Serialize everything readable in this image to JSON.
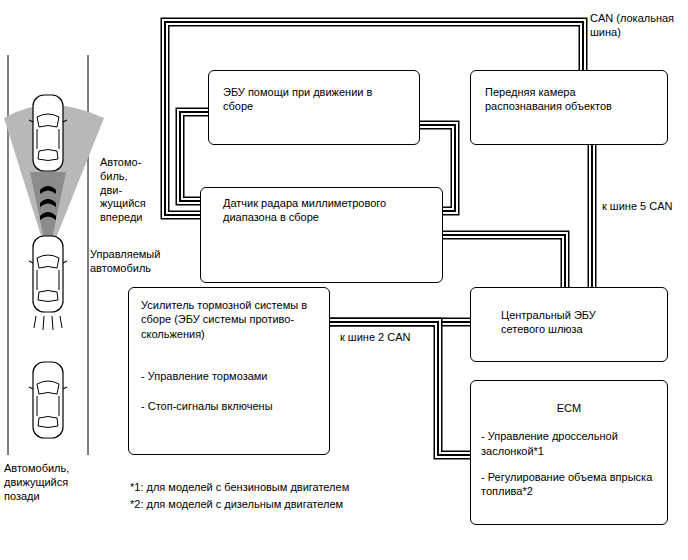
{
  "diagram": {
    "nodes": [
      {
        "text": [
          "ЭБУ помощи при движении в сборе"
        ]
      },
      {
        "text": [
          "Передняя камера распознавания объектов"
        ]
      },
      {
        "text": [
          "Датчик радара миллиметрового диапазона в сборе"
        ]
      },
      {
        "text": [
          "Усилитель тормозной системы в сборе (ЭБУ системы противо- скольжения)",
          "- Управление тормозами",
          "- Стоп-сигналы включены"
        ]
      },
      {
        "text": [
          "Центральный ЭБУ сетевого шлюза"
        ]
      },
      {
        "text": [
          "ECM",
          "- Управление дроссельной заслонкой*1",
          "- Регулирование объема впрыска топлива*2"
        ]
      }
    ],
    "edges": [
      {
        "from": 2,
        "to": 1,
        "arrow": "none"
      },
      {
        "from": 0,
        "to": 2,
        "arrow": "none"
      },
      {
        "from": 0,
        "to": 2,
        "arrow": "none"
      },
      {
        "from": 2,
        "to": 4,
        "arrow": "none"
      },
      {
        "from": 1,
        "to": 4,
        "label": "к шине 5 CAN",
        "arrow": "none"
      },
      {
        "from": 3,
        "to": 4,
        "label": "к шине 2 CAN",
        "arrow": "none"
      },
      {
        "from": 3,
        "to": 5,
        "arrow": "none"
      }
    ],
    "labels": [
      "CAN (локальная шина)",
      "Автомо- биль, дви- жущийся впереди",
      "Управляемый автомобиль",
      "Автомобиль, движущийся позади",
      "*1: для моделей с бензиновым двигателем",
      "*2: для моделей с дизельным двигателем"
    ]
  }
}
